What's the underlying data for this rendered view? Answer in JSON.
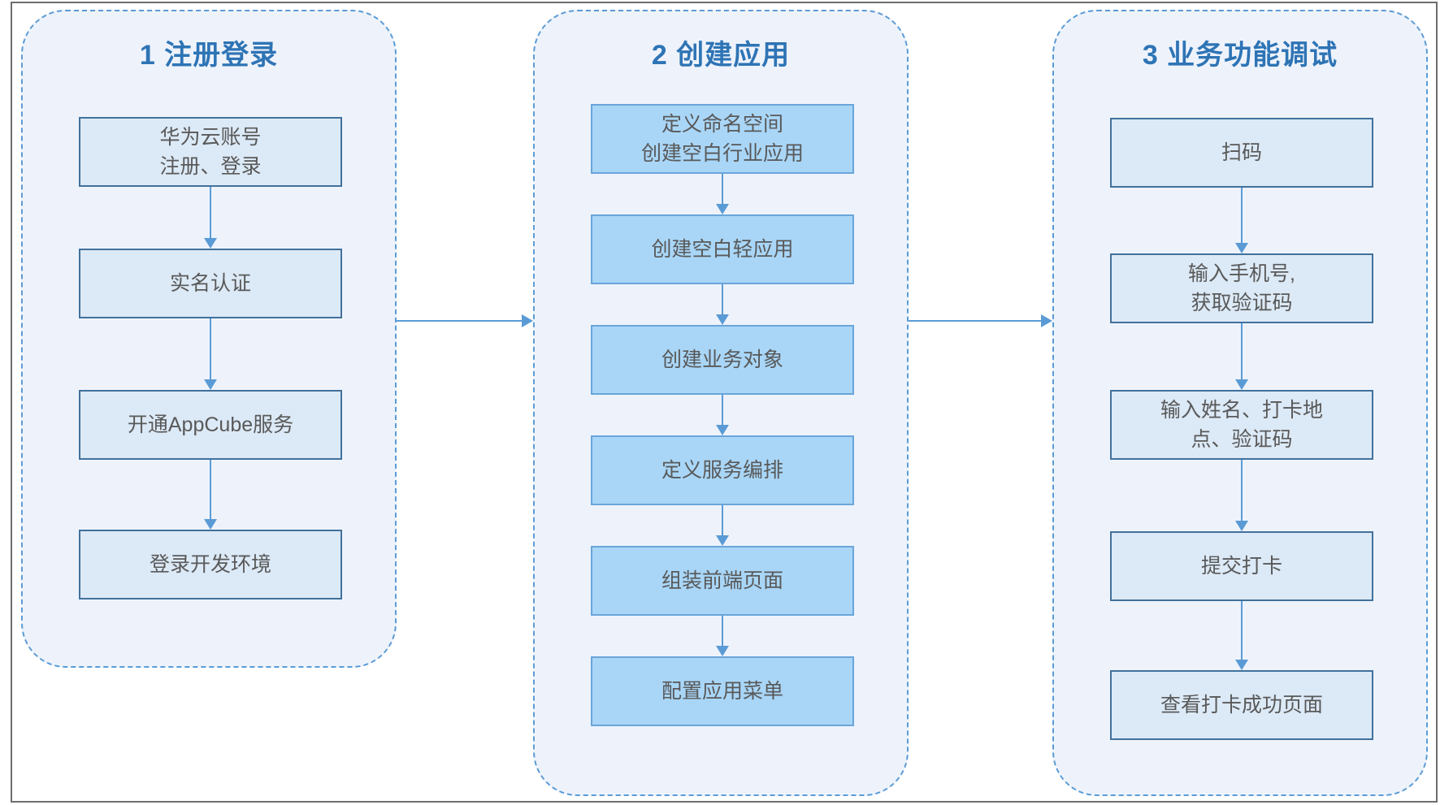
{
  "diagram": {
    "columns": [
      {
        "title": "1 注册登录",
        "boxes": [
          {
            "label": "华为云账号\n注册、登录"
          },
          {
            "label": "实名认证"
          },
          {
            "label": "开通AppCube服务"
          },
          {
            "label": "登录开发环境"
          }
        ]
      },
      {
        "title": "2 创建应用",
        "boxes": [
          {
            "label": "定义命名空间\n创建空白行业应用"
          },
          {
            "label": "创建空白轻应用"
          },
          {
            "label": "创建业务对象"
          },
          {
            "label": "定义服务编排"
          },
          {
            "label": "组装前端页面"
          },
          {
            "label": "配置应用菜单"
          }
        ]
      },
      {
        "title": "3 业务功能调试",
        "boxes": [
          {
            "label": "扫码"
          },
          {
            "label": "输入手机号,\n获取验证码"
          },
          {
            "label": "输入姓名、打卡地\n点、验证码"
          },
          {
            "label": "提交打卡"
          },
          {
            "label": "查看打卡成功页面"
          }
        ]
      }
    ],
    "colors": {
      "title_text": "#2e74b5",
      "box_text": "#595959",
      "connector": "#5b9bd5",
      "stage_fill": "#eef3fb",
      "stage_border": "#5b9bd5",
      "step_fill_stage1_3": "#dce9f6",
      "step_border_stage1_3": "#41719c",
      "step_fill_stage2": "#a9d6f7",
      "step_border_stage2": "#6aa5da",
      "frame_border": "#6e6e6e"
    }
  }
}
